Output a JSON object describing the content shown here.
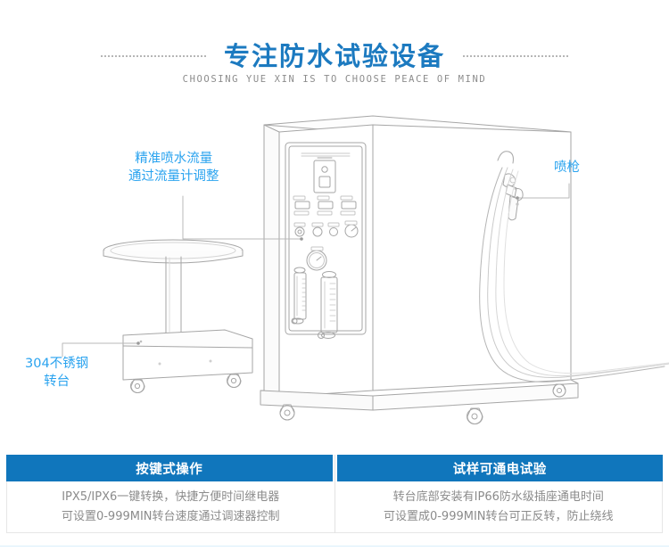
{
  "header": {
    "main_title": "专注防水试验设备",
    "sub_title": "CHOOSING YUE XIN IS TO CHOOSE PEACE OF MIND",
    "title_color": "#1c7ac0",
    "sub_color": "#8c8c8c",
    "dotted_rule_color": "#b6b6b6"
  },
  "illustration": {
    "alt": "IPX5/IPX6 waterproof test equipment line drawing: cabinet with control panel, stainless steel turntable, spray gun with hose",
    "callouts": [
      {
        "id": "flow",
        "line1": "精准喷水流量",
        "line2": "通过流量计调整"
      },
      {
        "id": "table",
        "line1": "304不锈钢",
        "line2": "转台"
      },
      {
        "id": "gun",
        "line1": "喷枪",
        "line2": ""
      }
    ],
    "callout_color": "#2aa3ef",
    "line_art_color": "#9a9a9a"
  },
  "features": {
    "accent_color": "#1076bc",
    "body_color": "#8b8b8b",
    "columns": [
      {
        "heading": "按键式操作",
        "lines": [
          "IPX5/IPX6一键转换，快捷方便时间继电器",
          "可设置0-999MIN转台速度通过调速器控制"
        ]
      },
      {
        "heading": "试样可通电试验",
        "lines": [
          "转台底部安装有IP66防水级插座通电时间",
          "可设置成0-999MIN转台可正反转，防止绕线"
        ]
      }
    ]
  }
}
